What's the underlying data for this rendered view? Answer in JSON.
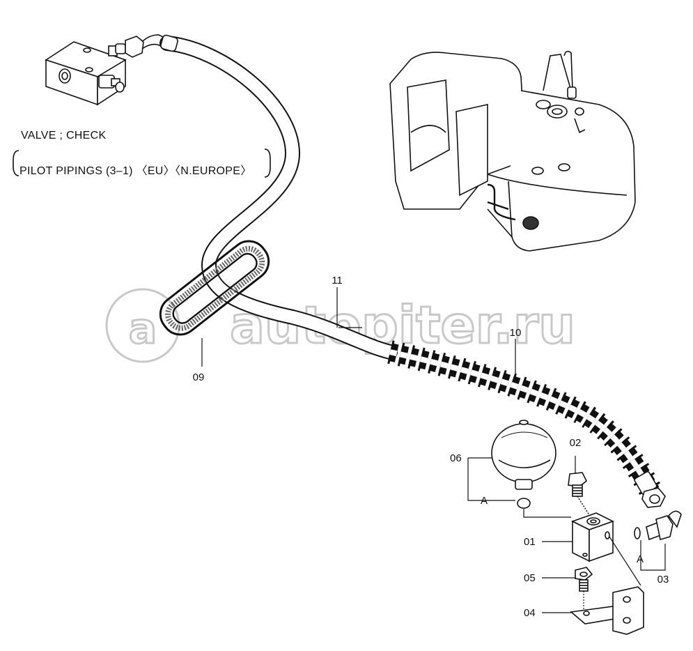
{
  "header": {
    "line1": "VALVE ; CHECK",
    "line2": "PILOT PIPINGS (3–1) 〈EU〉〈N.EUROPE〉"
  },
  "watermark": "autopiter.ru",
  "parts": {
    "p01": "01",
    "p02": "02",
    "p03": "03",
    "p04": "04",
    "p05": "05",
    "p06": "06",
    "p09": "09",
    "p10": "10",
    "p11": "11",
    "ref_a1": "A",
    "ref_a2": "A"
  }
}
